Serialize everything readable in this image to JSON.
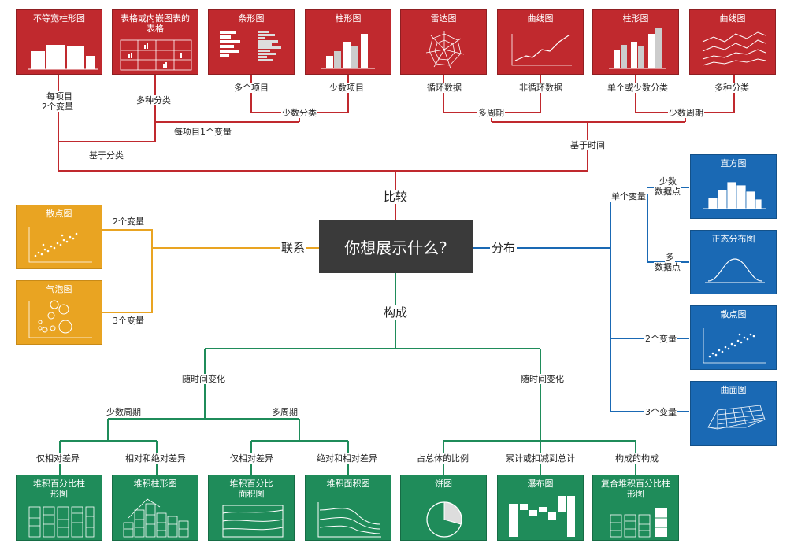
{
  "center": "你想展示什么?",
  "branches": {
    "compare": "比较",
    "relation": "联系",
    "distribution": "分布",
    "composition": "构成"
  },
  "compare": {
    "by_category": "基于分类",
    "by_time": "基于时间",
    "per_item_two_vars": [
      "每项目",
      "2个变量"
    ],
    "many_categories": "多种分类",
    "per_item_one_var": "每项目1个变量",
    "few_categories": "少数分类",
    "many_items": "多个项目",
    "few_items": "少数项目",
    "many_periods": "多周期",
    "few_periods": "少数周期",
    "cyclic": "循环数据",
    "non_cyclic": "非循环数据",
    "single_or_few_cat": "单个或少数分类",
    "many_cat": "多种分类",
    "cards": [
      "不等宽柱形图",
      "表格或内嵌图表的表格",
      "条形图",
      "柱形图",
      "雷达图",
      "曲线图",
      "柱形图",
      "曲线图"
    ]
  },
  "relation": {
    "two_vars": "2个变量",
    "three_vars": "3个变量",
    "cards": [
      "散点图",
      "气泡图"
    ]
  },
  "distribution": {
    "single_var": "单个变量",
    "few_points": [
      "少数",
      "数据点"
    ],
    "many_points": [
      "多",
      "数据点"
    ],
    "two_vars": "2个变量",
    "three_vars": "3个变量",
    "cards": [
      "直方图",
      "正态分布图",
      "散点图",
      "曲面图"
    ]
  },
  "composition": {
    "change_over_time_left": "随时间变化",
    "change_over_time_right": "随时间变化",
    "few_periods": "少数周期",
    "many_periods": "多周期",
    "relative_only_1": "仅相对差异",
    "relative_absolute_1": "相对和绝对差异",
    "relative_only_2": "仅相对差异",
    "absolute_relative_2": "绝对和相对差异",
    "share_of_total": "占总体的比例",
    "accumulate": "累计或扣减到总计",
    "component_of_component": "构成的构成",
    "cards": [
      "堆积百分比柱形图",
      "堆积柱形图",
      "堆积百分比面积图",
      "堆积面积图",
      "饼图",
      "瀑布图",
      "复合堆积百分比柱形图"
    ]
  },
  "colors": {
    "compare": "#c0292e",
    "relation": "#e9a422",
    "distribution": "#1a69b4",
    "composition": "#1f8c5a",
    "center": "#3a3a3a"
  }
}
